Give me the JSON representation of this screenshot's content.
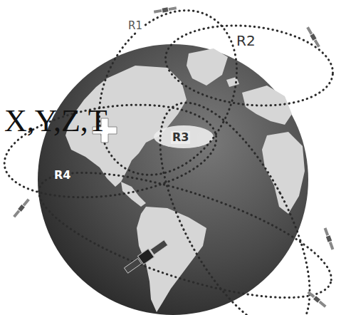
{
  "diagram": {
    "labels": [
      "R1",
      "R2",
      "X,Y,Z,T",
      "R3",
      "R4"
    ]
  }
}
